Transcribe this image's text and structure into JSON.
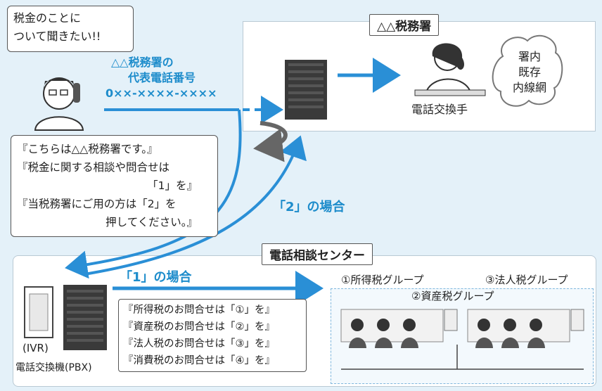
{
  "speech_bubble": {
    "line1": "税金のことに",
    "line2": "ついて聞きたい!!"
  },
  "phone_number_label": {
    "line1": "△△税務署の",
    "line2": "代表電話番号",
    "line3": "0××-××××-××××"
  },
  "tax_office": {
    "title": "△△税務署",
    "operator_label": "電話交換手",
    "cloud_text": [
      "署内",
      "既存",
      "内線網"
    ]
  },
  "ivr_message": {
    "lines": [
      "『こちらは△△税務署です。』",
      "『税金に関する相談や問合せは",
      "「1」を』",
      "『当税務署にご用の方は「2」を",
      "押してください。』"
    ]
  },
  "case2_label": "「2」の場合",
  "case1_label": "「1」の場合",
  "center": {
    "title": "電話相談センター",
    "ivr_label": "(IVR)",
    "pbx_label": "電話交換機(PBX)",
    "routing_lines": [
      "『所得税のお問合せは「①」を』",
      "『資産税のお問合せは「②」を』",
      "『法人税のお問合せは「③」を』",
      "『消費税のお問合せは「④」を』"
    ],
    "groups": [
      "①所得税グループ",
      "②資産税グループ",
      "③法人税グループ"
    ]
  },
  "colors": {
    "accent": "#2a8fd6",
    "server": "#3a3a3a",
    "bg": "#e4f1f9"
  }
}
